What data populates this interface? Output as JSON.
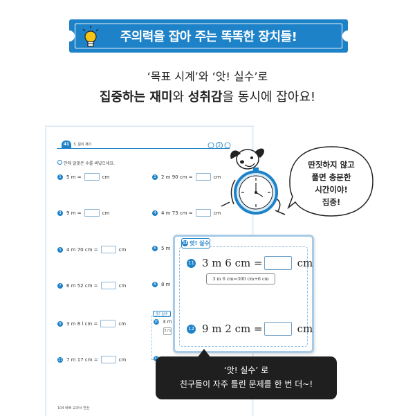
{
  "banner": {
    "title": "주의력을 잡아 주는 똑똑한 장치들!"
  },
  "subtitle": {
    "line1": "‘목표 시계’와 ‘앗! 실수’로",
    "line2_bold1": "집중하는 재미",
    "line2_mid": "와 ",
    "line2_bold2": "성취감",
    "line2_end": "을 동시에 잡아요!"
  },
  "bubble": {
    "lines": [
      "딴짓하지 않고",
      "풀면 충분한",
      "시간이야!",
      "집중!"
    ]
  },
  "workbook": {
    "page_number": "41",
    "lesson": "3. 길이 재기",
    "clock_value": "2",
    "instruction": "안에 알맞은 수를 써넣으세요.",
    "left_problems": [
      {
        "num": "1",
        "before": "5 m =",
        "unit": "cm"
      },
      {
        "num": "3",
        "before": "9 m =",
        "unit": "cm"
      },
      {
        "num": "5",
        "before": "4 m 70 cm =",
        "unit": "cm"
      },
      {
        "num": "7",
        "before": "6 m 52 cm =",
        "unit": "cm"
      },
      {
        "num": "9",
        "before": "3 m 8 l cm =",
        "unit": "cm"
      },
      {
        "num": "11",
        "before": "7 m 17 cm =",
        "unit": "cm"
      }
    ],
    "right_problems": [
      {
        "num": "2",
        "before": "2 m 90 cm =",
        "unit": "cm"
      },
      {
        "num": "4",
        "before": "4 m 73 cm =",
        "unit": "cm"
      },
      {
        "num": "6",
        "before": "5 m"
      },
      {
        "num": "8",
        "before": "8 m"
      },
      {
        "num": "10",
        "before": "3 m"
      },
      {
        "num": "12",
        "before": ""
      }
    ],
    "mini_tag": "앗! 실수",
    "mini_hint": "3 m",
    "footer": "104  바쁘 교과서 연산"
  },
  "zoom": {
    "tag_num": "11",
    "tag_label": "앗! 실수",
    "problem1": {
      "num": "11",
      "text": "3 m 6 cm =",
      "unit": "cm"
    },
    "hint": "3 m 6 cm=300 cm+6 cm",
    "problem2": {
      "num": "12",
      "text": "9 m 2 cm =",
      "unit": "cm"
    }
  },
  "callout": {
    "line1": "‘앗! 실수’ 로",
    "line2": "친구들이 자주 틀린 문제를 한 번 더~!"
  },
  "colors": {
    "accent": "#1e82c8",
    "dark": "#1f1f1f",
    "bulb": "#f5c518"
  }
}
